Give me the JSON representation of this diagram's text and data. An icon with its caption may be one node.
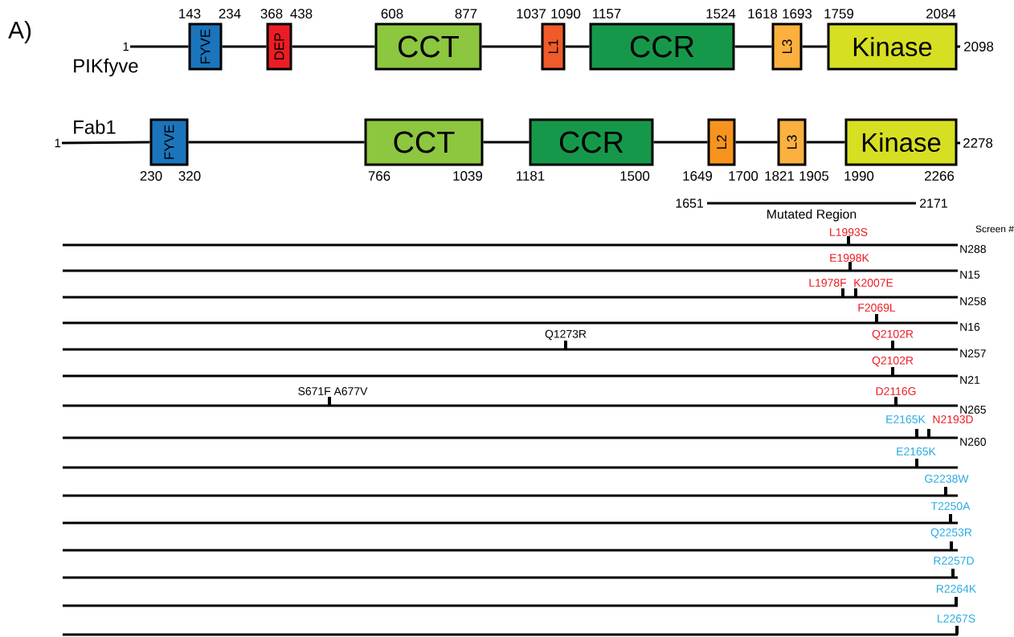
{
  "diagram": {
    "nodes": [
      {
        "text": [
          "1"
        ]
      },
      {
        "text": [
          "FYVE"
        ],
        "beside": [
          "143",
          "234"
        ]
      },
      {
        "text": [
          "DEP"
        ],
        "beside": [
          "368",
          "438"
        ]
      },
      {
        "text": [
          "CCT"
        ],
        "beside": [
          "608",
          "877"
        ]
      },
      {
        "text": [
          "L1"
        ],
        "beside": [
          "1037",
          "1090"
        ]
      },
      {
        "text": [
          "CCR"
        ],
        "beside": [
          "1157",
          "1524"
        ]
      },
      {
        "text": [
          "L3"
        ],
        "beside": [
          "1618",
          "1693"
        ]
      },
      {
        "text": [
          "Kinase"
        ],
        "beside": [
          "1759",
          "2084",
          "2098"
        ]
      },
      {
        "text": [
          "1"
        ]
      },
      {
        "text": [
          "FYVE"
        ],
        "beside": [
          "230",
          "320"
        ]
      },
      {
        "text": [
          "CCT"
        ],
        "beside": [
          "766",
          "1039"
        ]
      },
      {
        "text": [
          "CCR"
        ],
        "beside": [
          "1181",
          "1500"
        ]
      },
      {
        "text": [
          "L2"
        ],
        "beside": [
          "1649",
          "1700"
        ]
      },
      {
        "text": [
          "L3"
        ],
        "beside": [
          "1821",
          "1905"
        ]
      },
      {
        "text": [
          "Kinase"
        ],
        "beside": [
          "1990",
          "2266",
          "2278"
        ]
      }
    ],
    "edges": [
      {
        "from": 0,
        "to": 1,
        "arrow": "none"
      },
      {
        "from": 1,
        "to": 2,
        "arrow": "none"
      },
      {
        "from": 2,
        "to": 3,
        "arrow": "none"
      },
      {
        "from": 3,
        "to": 4,
        "arrow": "none"
      },
      {
        "from": 4,
        "to": 5,
        "arrow": "none"
      },
      {
        "from": 5,
        "to": 6,
        "arrow": "none"
      },
      {
        "from": 6,
        "to": 7,
        "arrow": "none"
      },
      {
        "from": 8,
        "to": 9,
        "arrow": "none"
      },
      {
        "from": 9,
        "to": 10,
        "arrow": "none"
      },
      {
        "from": 10,
        "to": 11,
        "arrow": "none"
      },
      {
        "from": 11,
        "to": 12,
        "arrow": "none"
      },
      {
        "from": 12,
        "to": 13,
        "arrow": "none"
      },
      {
        "from": 13,
        "to": 14,
        "arrow": "none"
      }
    ],
    "labels": [
      "A)",
      "PIKfyve",
      "Fab1",
      "1651",
      "2171",
      "Mutated Region",
      "Screen #",
      "L1993S",
      "N288",
      "E1998K",
      "N15",
      "L1978F",
      "K2007E",
      "N258",
      "F2069L",
      "N16",
      "Q1273R",
      "Q2102R",
      "N257",
      "Q2102R",
      "N21",
      "S671F A677V",
      "D2116G",
      "N265",
      "E2165K",
      "N2193D",
      "N260",
      "E2165K",
      "G2238W",
      "T2250A",
      "Q2253R",
      "R2257D",
      "R2264K",
      "L2267S"
    ]
  }
}
